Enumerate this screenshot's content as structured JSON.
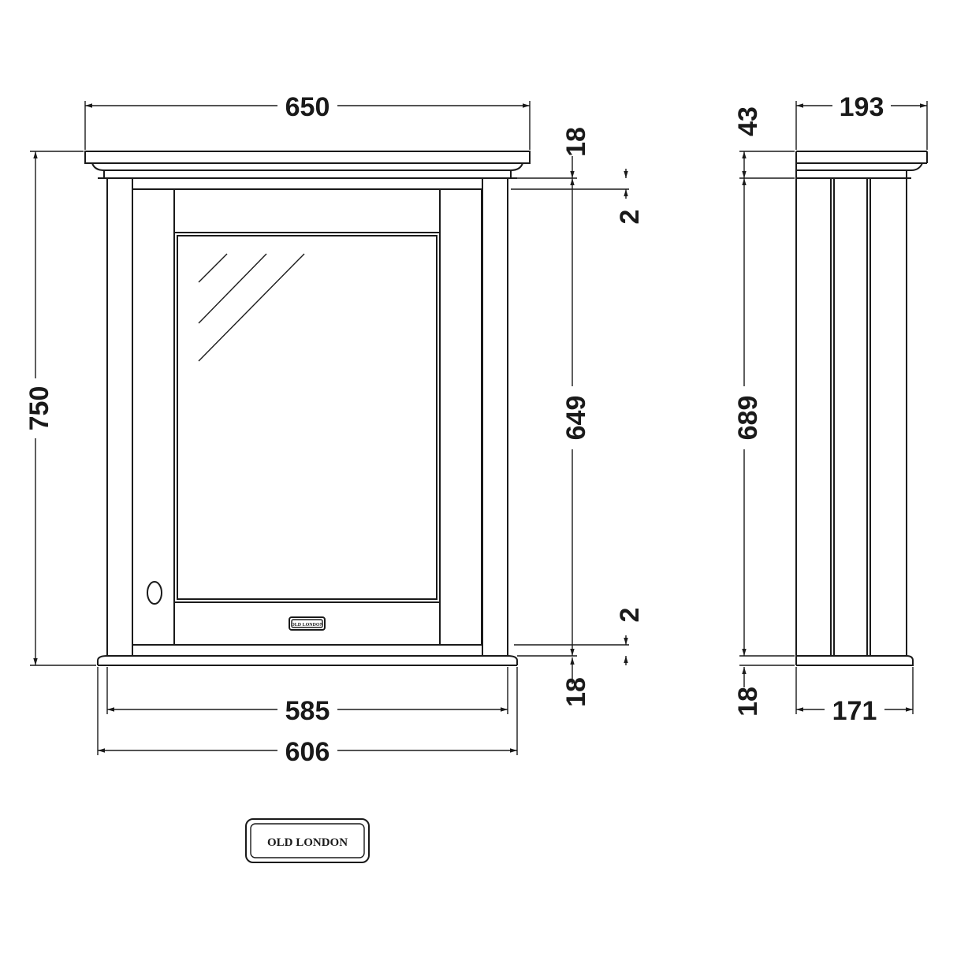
{
  "brand": {
    "badge_text": "OLD LONDON",
    "logo_text": "OLD LONDON"
  },
  "dimensions": {
    "front": {
      "overall_width": "650",
      "overall_height": "750",
      "plinth_inner_width": "585",
      "plinth_outer_width": "606",
      "cornice_height": "18",
      "top_gap": "2",
      "door_height": "649",
      "bottom_gap": "2",
      "plinth_height": "18"
    },
    "side": {
      "cornice_depth": "193",
      "cornice_height": "43",
      "body_height": "689",
      "plinth_height": "18",
      "plinth_depth": "171"
    }
  },
  "colors": {
    "line": "#1a1a1a",
    "background": "#ffffff"
  }
}
